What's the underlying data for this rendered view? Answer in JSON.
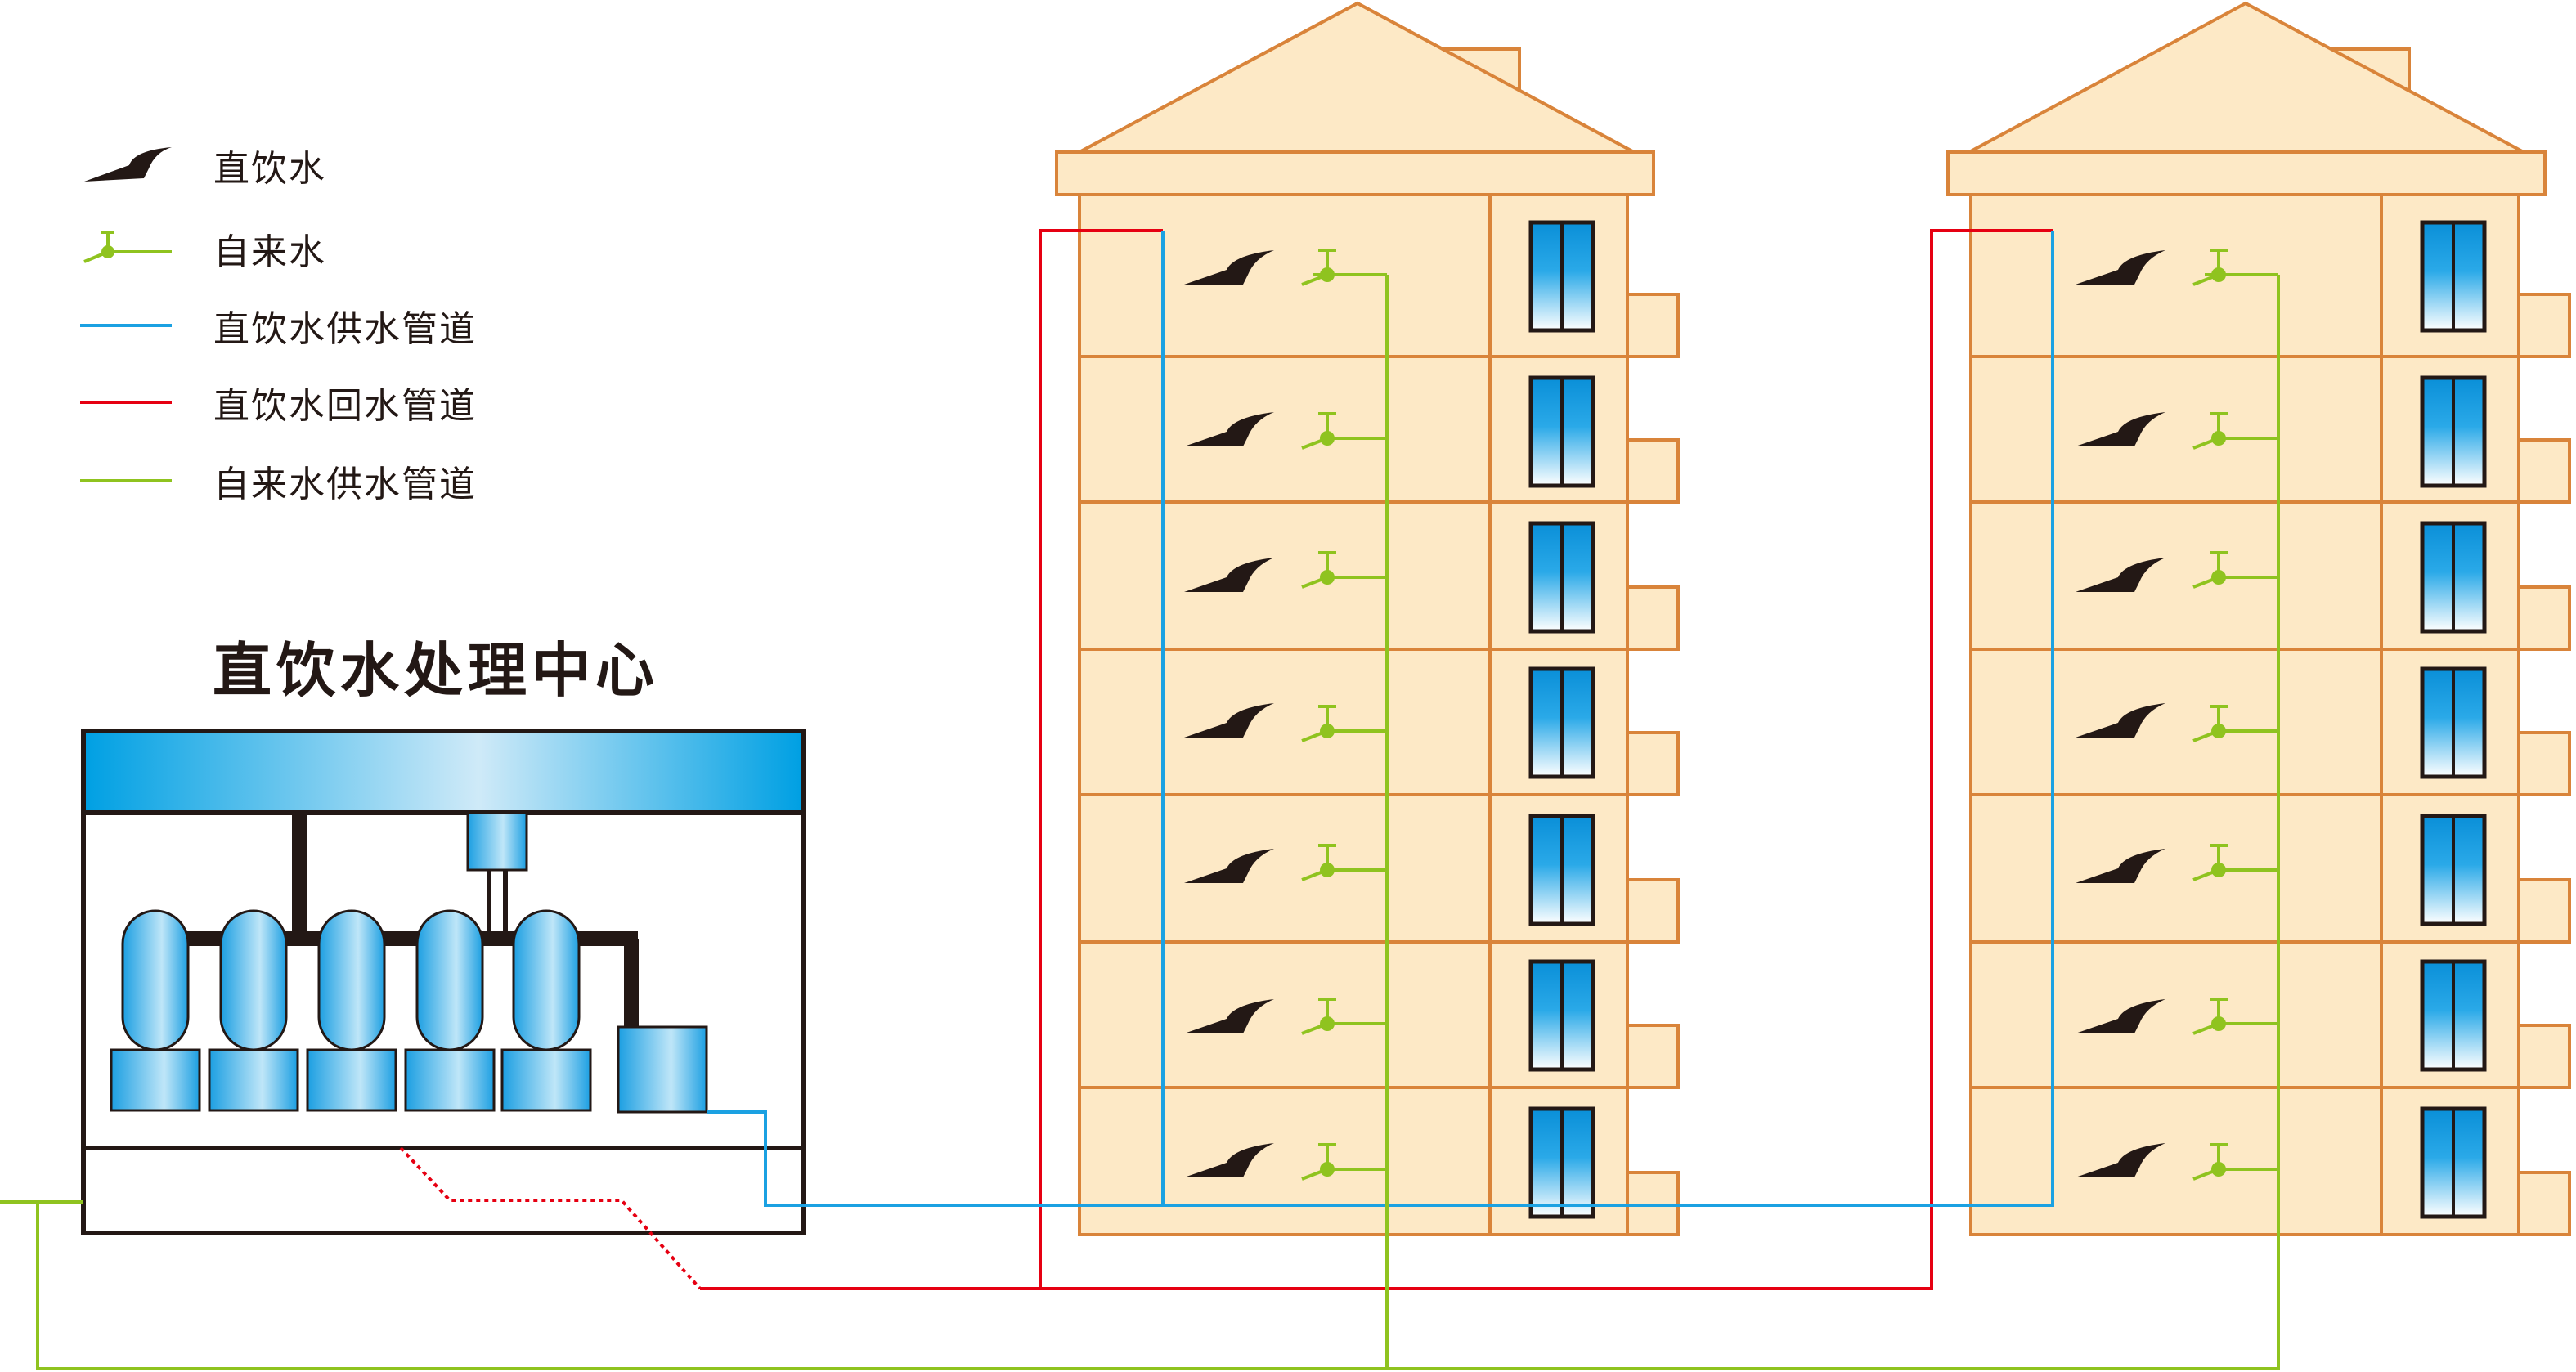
{
  "legend": {
    "items": [
      {
        "label": "直饮水",
        "symbol": "faucet-icon"
      },
      {
        "label": "自来水",
        "symbol": "tap-valve-icon"
      },
      {
        "label": "直饮水供水管道",
        "symbol": "line",
        "color": "#1ba1e2"
      },
      {
        "label": "直饮水回水管道",
        "symbol": "line",
        "color": "#e60012"
      },
      {
        "label": "自来水供水管道",
        "symbol": "line",
        "color": "#8fc31f"
      }
    ]
  },
  "treatment_center": {
    "title": "直饮水处理中心"
  },
  "buildings": [
    {
      "name": "building-1",
      "floors": 7
    },
    {
      "name": "building-2",
      "floors": 7
    }
  ],
  "colors": {
    "drinking_supply": "#1ba1e2",
    "drinking_return": "#e60012",
    "tap_supply": "#8fc31f",
    "building_fill": "#fde9c6",
    "building_stroke": "#d9843a",
    "outline": "#231815"
  }
}
